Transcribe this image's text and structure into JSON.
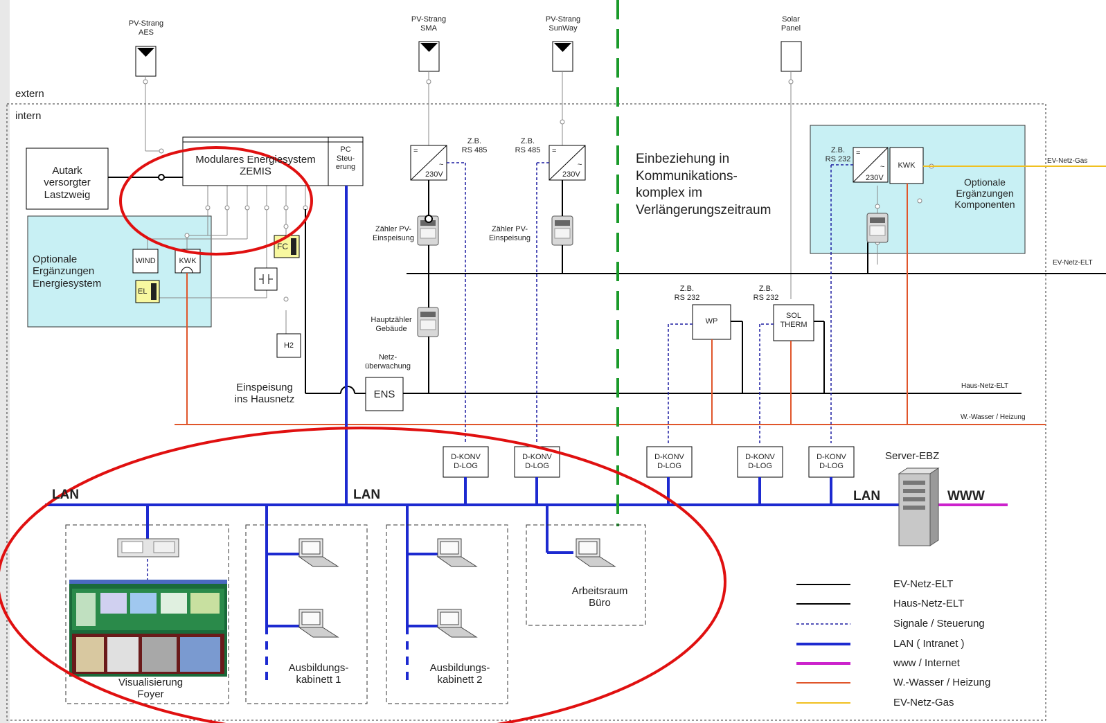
{
  "zones": {
    "extern": "extern",
    "intern": "intern"
  },
  "pv": {
    "aes": "PV-Strang\nAES",
    "sma": "PV-Strang\nSMA",
    "sunway": "PV-Strang\nSunWay",
    "solar": "Solar\nPanel"
  },
  "zemis": {
    "title": "Modulares Energiesystem\nZEMIS",
    "pc": "PC\nSteu-\nerung"
  },
  "autark": "Autark versorgter\nLastzweig",
  "optional_energy": "Optionale\nErgänzungen\nEnergiesystem",
  "optional_components": "Optionale\nErgänzungen\nKomponenten",
  "devices": {
    "wind": "WIND",
    "kwk": "KWK",
    "fc": "FC",
    "el": "EL",
    "h2": "H2",
    "wp": "WP",
    "sol": "SOL\nTHERM",
    "ens": "ENS",
    "v230": "230V",
    "eq": "=",
    "tilde": "~"
  },
  "labels": {
    "zb_rs485": "Z.B.\nRS 485",
    "zb_rs232": "Z.B.\nRS 232",
    "zaehler_pv": "Zähler PV-\nEinspeisung",
    "hauptzaehler": "Hauptzähler\nGebäude",
    "netzueberwachung": "Netz-\nüberwachung",
    "einspeisung": "Einspeisung\nins Hausnetz",
    "einbeziehung": "Einbeziehung in\nKommunikations-\nkomplex im\nVerlängerungszeitraum",
    "dkonv": "D-KONV\nD-LOG",
    "server": "Server-EBZ",
    "lan": "LAN",
    "www": "WWW",
    "ev_netz_gas": "EV-Netz-Gas",
    "ev_netz_elt": "EV-Netz-ELT",
    "haus_netz_elt": "Haus-Netz-ELT",
    "wasser_heizung": "W.-Wasser / Heizung"
  },
  "rooms": {
    "foyer": "Visualisierung\nFoyer",
    "kabinett1": "Ausbildungs-\nkabinett 1",
    "kabinett2": "Ausbildungs-\nkabinett 2",
    "buero": "Arbeitsraum\nBüro"
  },
  "legend": [
    {
      "label": "EV-Netz-ELT",
      "color": "#000000",
      "style": "solid"
    },
    {
      "label": "Haus-Netz-ELT",
      "color": "#000000",
      "style": "solid"
    },
    {
      "label": "Signale / Steuerung",
      "color": "#1a1aa0",
      "style": "dashed"
    },
    {
      "label": "LAN ( Intranet )",
      "color": "#1d2ad0",
      "style": "solid"
    },
    {
      "label": "www / Internet",
      "color": "#cc22cc",
      "style": "solid"
    },
    {
      "label": "W.-Wasser / Heizung",
      "color": "#e0552a",
      "style": "solid"
    },
    {
      "label": "EV-Netz-Gas",
      "color": "#f0c020",
      "style": "solid"
    }
  ],
  "colors": {
    "lan": "#1d2ad0",
    "heating": "#e0552a",
    "gas": "#f0c020",
    "www": "#cc22cc",
    "divider": "#1a9a2a",
    "highlight": "#e01010",
    "cyan": "#c8f0f4"
  }
}
